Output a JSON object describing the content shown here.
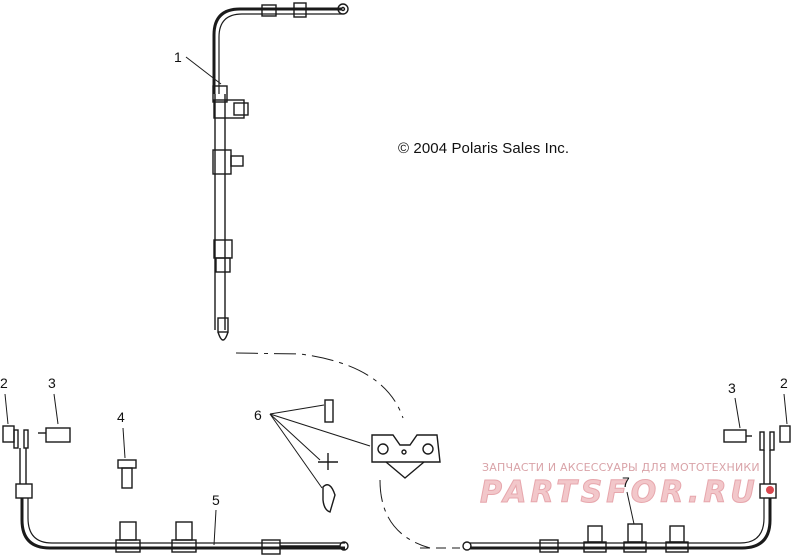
{
  "copyright": "© 2004 Polaris Sales Inc.",
  "watermark": {
    "caption": "ЗАПЧАСТИ И АКСЕССУАРЫ ДЛЯ МОТОТЕХНИКИ",
    "logo": "PARTSFOR.RU",
    "colors": {
      "primary": "#f2c7ca",
      "accent": "#e7a7ad",
      "dot": "#d9484f"
    }
  },
  "callouts": {
    "c1": "1",
    "c2_left": "2",
    "c3_left": "3",
    "c4": "4",
    "c5": "5",
    "c6": "6",
    "c3_right": "3",
    "c2_right": "2",
    "c7": "7"
  },
  "colors": {
    "line": "#1a1a1a",
    "background": "#ffffff"
  }
}
